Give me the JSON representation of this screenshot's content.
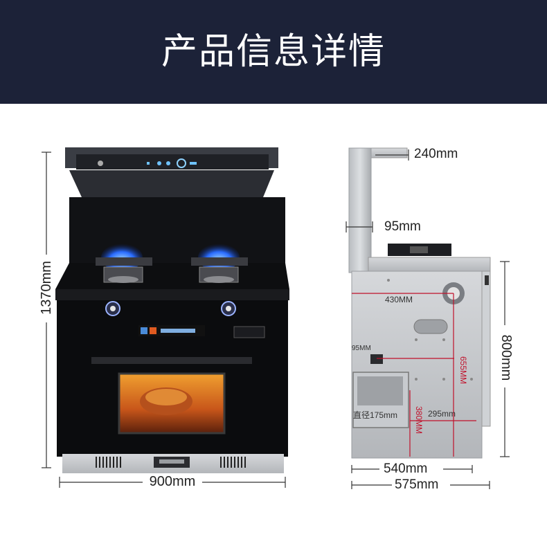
{
  "header": {
    "title": "产品信息详情"
  },
  "front_view": {
    "height_label": "1370mm",
    "width_label": "900mm"
  },
  "side_view": {
    "hood_depth": "240mm",
    "panel_thickness": "95mm",
    "height": "800mm",
    "inner_depth": "430MM",
    "outlet_small": "95MM",
    "outlet_height": "655MM",
    "duct_diameter": "直径175mm",
    "duct_height": "380MM",
    "duct_offset": "295mm",
    "body_depth": "540mm",
    "total_depth": "575mm"
  },
  "colors": {
    "header_bg": "#1c2238",
    "dimension_line": "#333333",
    "red_measure": "#c0102a"
  }
}
